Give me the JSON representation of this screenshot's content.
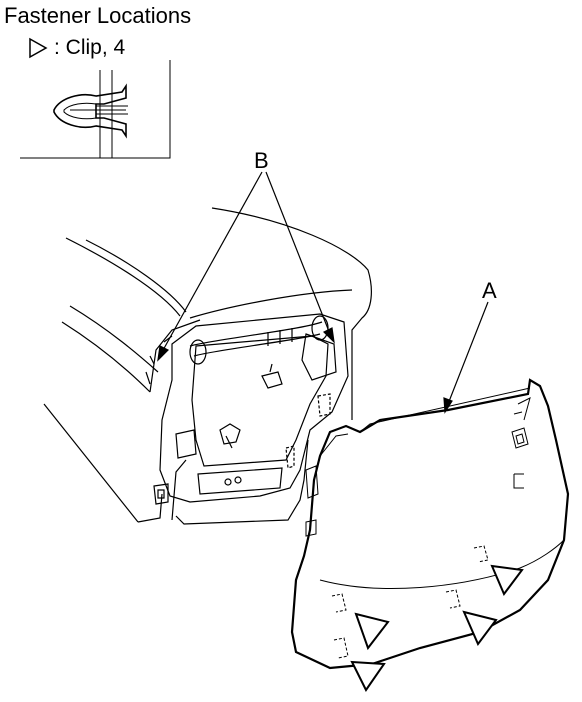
{
  "title": "Fastener Locations",
  "legend": {
    "symbol": "triangle-outline-icon",
    "text": ": Clip, 4"
  },
  "callouts": {
    "a": "A",
    "b": "B"
  },
  "colors": {
    "line": "#000000",
    "background": "#ffffff"
  }
}
